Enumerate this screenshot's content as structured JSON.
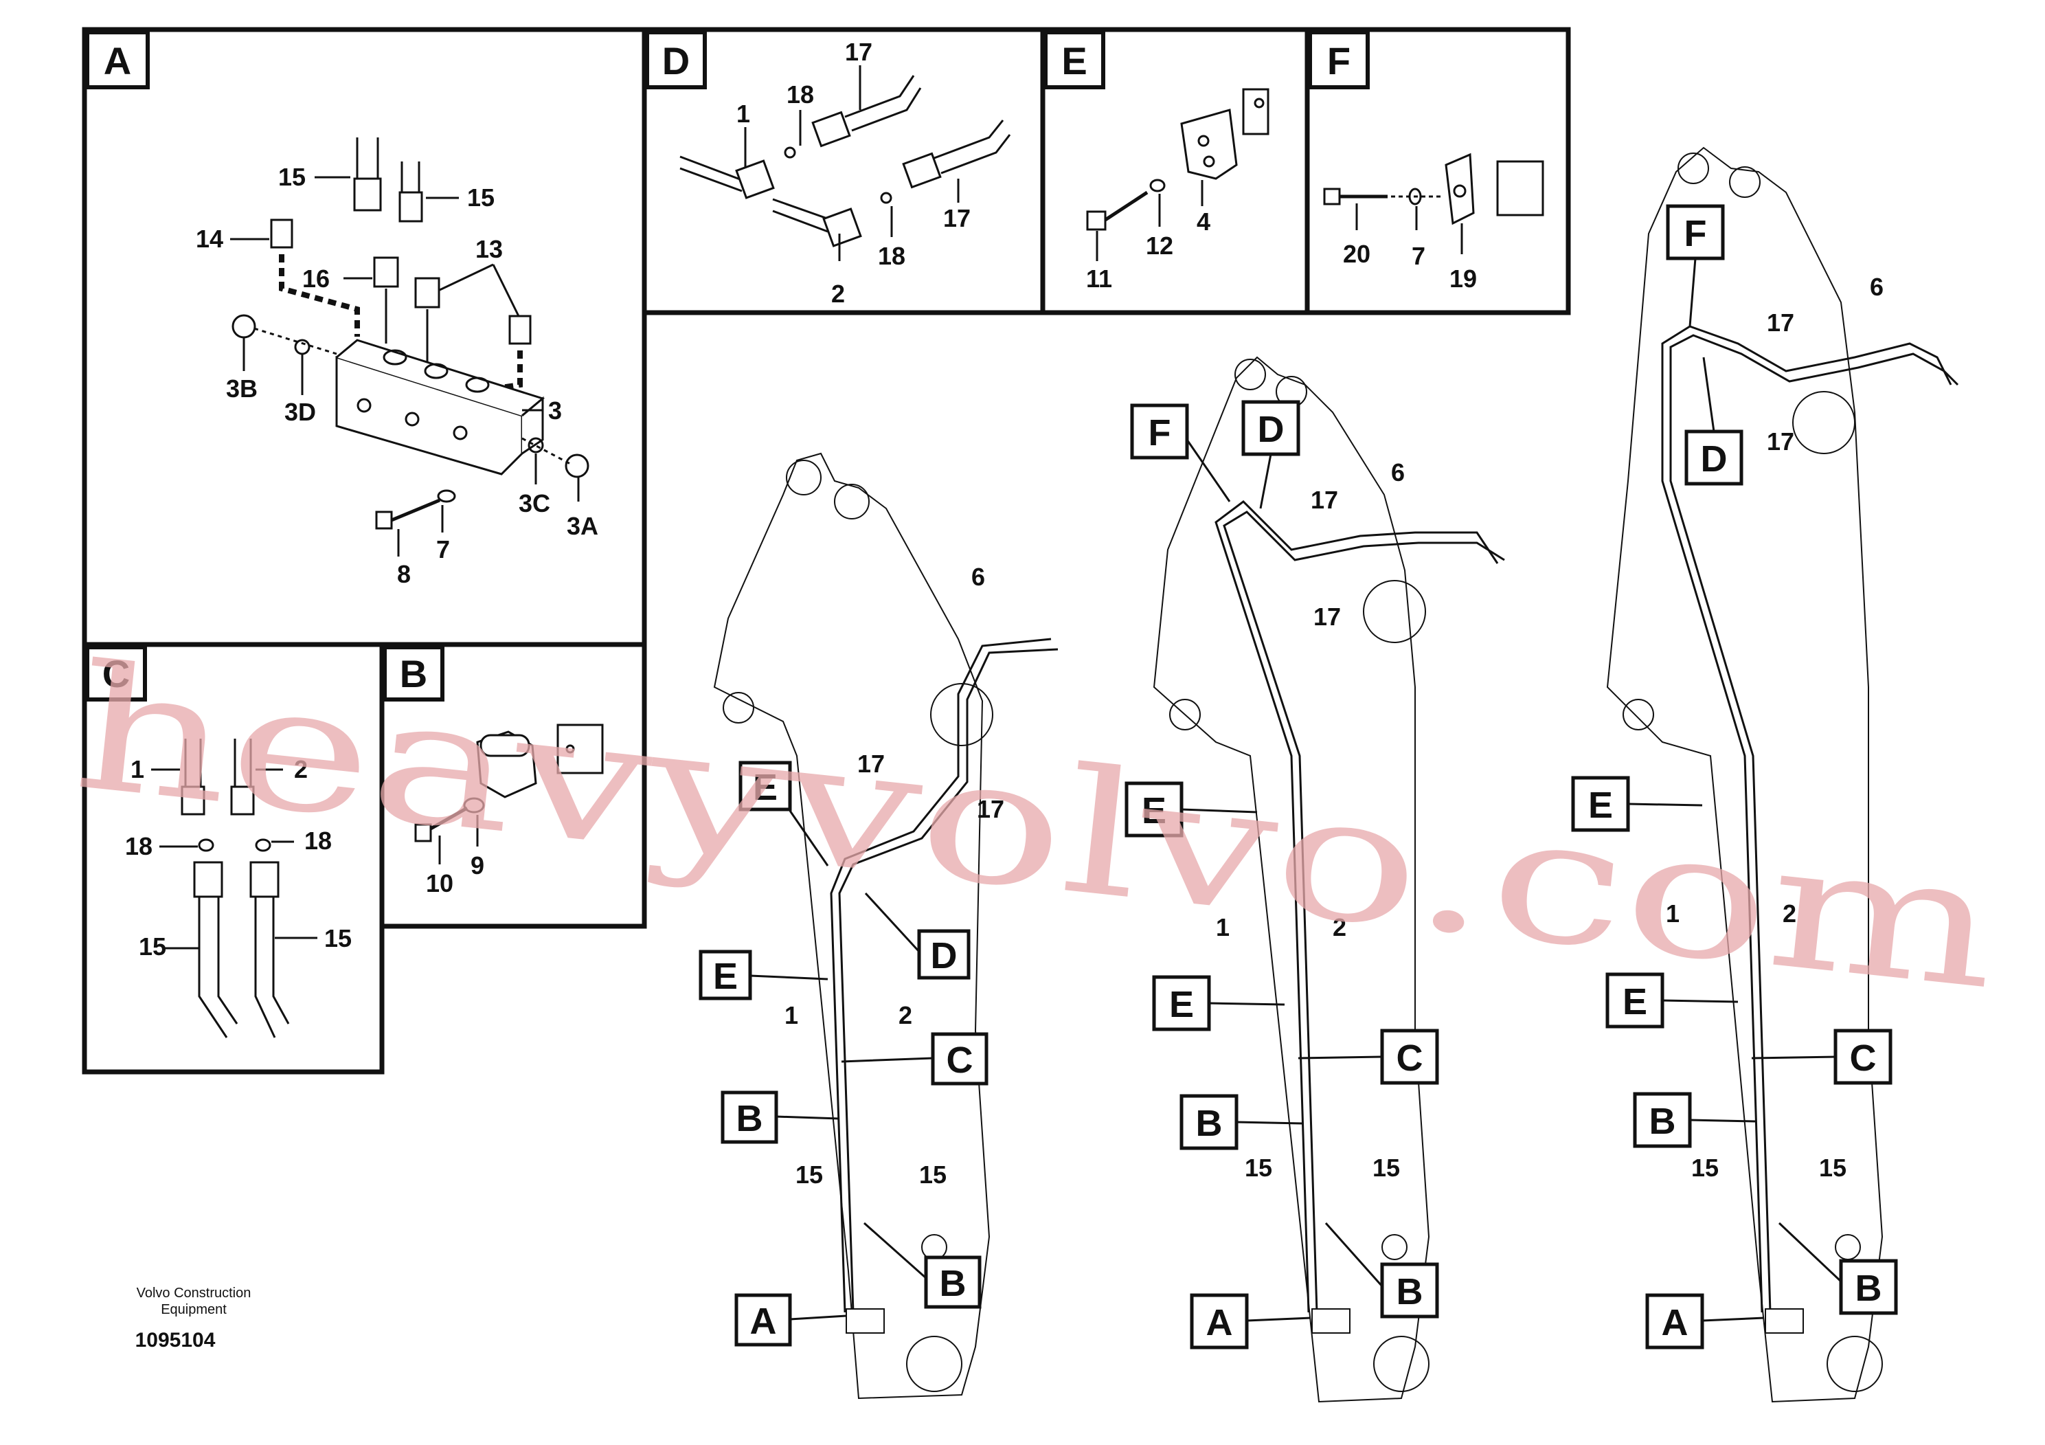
{
  "panels": {
    "A": "A",
    "B": "B",
    "C": "C",
    "D": "D",
    "E": "E",
    "F": "F"
  },
  "panel_A_labels": [
    "15",
    "15",
    "14",
    "16",
    "13",
    "3B",
    "3D",
    "3",
    "3C",
    "3A",
    "7",
    "8"
  ],
  "panel_D_labels": [
    "17",
    "18",
    "1",
    "17",
    "18",
    "2"
  ],
  "panel_E_labels": [
    "11",
    "12",
    "4"
  ],
  "panel_F_labels": [
    "20",
    "7",
    "19"
  ],
  "panel_C_labels": [
    "1",
    "2",
    "18",
    "18",
    "15",
    "15"
  ],
  "panel_B_labels": [
    "10",
    "9"
  ],
  "boom_left_labels": [
    "6",
    "17",
    "17",
    "1",
    "2",
    "15",
    "15"
  ],
  "boom_mid_labels": [
    "17",
    "6",
    "17",
    "1",
    "2",
    "15",
    "15"
  ],
  "boom_right_labels": [
    "6",
    "17",
    "17",
    "1",
    "2",
    "15",
    "15"
  ],
  "callouts_left": [
    "E",
    "E",
    "D",
    "C",
    "B",
    "A",
    "B"
  ],
  "callouts_mid": [
    "F",
    "D",
    "E",
    "E",
    "C",
    "B",
    "A",
    "B"
  ],
  "callouts_right": [
    "F",
    "D",
    "E",
    "E",
    "C",
    "B",
    "A",
    "B"
  ],
  "caption": {
    "line1": "Volvo Construction",
    "line2": "Equipment",
    "doc_number": "1095104"
  },
  "watermark": "heavyvolvo.com",
  "colors": {
    "line": "#111111",
    "watermark": "#e8a9ab",
    "background": "#ffffff"
  }
}
